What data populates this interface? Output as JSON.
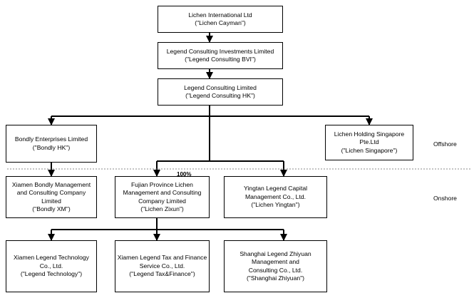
{
  "nodes": {
    "lichen_cayman": [
      "Lichen International Ltd",
      "(\"Lichen Cayman\")"
    ],
    "legend_bvi": [
      "Legend Consulting Investments Limited",
      "(\"Legend Consulting BVI\")"
    ],
    "legend_hk": [
      "Legend Consulting Limited",
      "(\"Legend Consulting HK\")"
    ],
    "bondly_hk": [
      "Bondly Enterprises Limited",
      "(\"Bondly HK\")"
    ],
    "lichen_singapore": [
      "Lichen Holding Singapore",
      "Pte.Ltd",
      "(\"Lichen Singapore\")"
    ],
    "bondly_xm": [
      "Xiamen Bondly Management",
      "and Consulting Company",
      "Limited",
      "(\"Bondly XM\")"
    ],
    "lichen_zixun": [
      "Fujian Province Lichen",
      "Management and Consulting",
      "Company Limited",
      "(\"Lichen Zixun\")"
    ],
    "lichen_yingtan": [
      "Yingtan Legend Capital",
      "Management Co., Ltd.",
      "(\"Lichen Yingtan\")"
    ],
    "legend_technology": [
      "Xiamen Legend Technology",
      "Co., Ltd.",
      "(\"Legend Technology\")"
    ],
    "legend_tax": [
      "Xiamen Legend Tax and Finance",
      "Service Co., Ltd.",
      "(\"Legend Tax&Finance\")"
    ],
    "shanghai_zhiyuan": [
      "Shanghai Legend Zhiyuan",
      "Management and",
      "Consulting Co., Ltd.",
      "(\"Shanghai Zhiyuan\")"
    ]
  },
  "labels": {
    "offshore": "Offshore",
    "onshore": "Onshore",
    "ownership_pct": "100%"
  },
  "colors": {
    "line": "#000000",
    "divider": "#888888"
  }
}
